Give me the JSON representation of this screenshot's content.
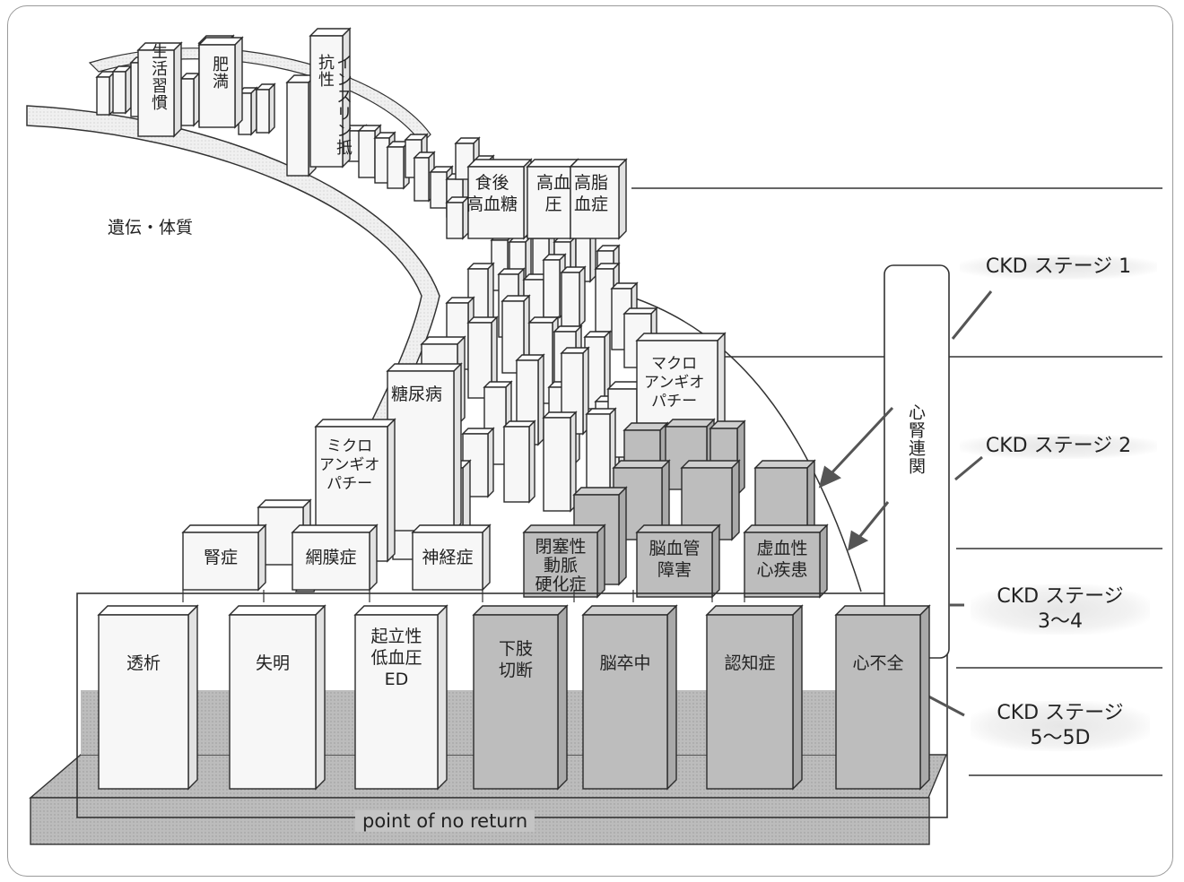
{
  "diagram": {
    "left_label": "遺伝・体質",
    "bottom_label": "point of no return",
    "top_dominoes": [
      {
        "id": "lifestyle",
        "label": "生活習慣"
      },
      {
        "id": "obesity",
        "label": "肥満"
      },
      {
        "id": "insulin",
        "label": "インスリン抵抗性"
      }
    ],
    "mid_dominoes": [
      {
        "id": "postprandial",
        "label": "食後\n高血糖"
      },
      {
        "id": "hypertension",
        "label": "高血\n圧"
      },
      {
        "id": "dyslipidemia",
        "label": "高脂\n血症"
      }
    ],
    "diabetes": "糖尿病",
    "micro": "ミクロ\nアンギオ\nパチー",
    "macro": "マクロ\nアンギオ\nパチー",
    "complications": [
      {
        "id": "nephropathy",
        "label": "腎症"
      },
      {
        "id": "retinopathy",
        "label": "網膜症"
      },
      {
        "id": "neuropathy",
        "label": "神経症"
      },
      {
        "id": "asd",
        "label": "閉塞性\n動脈\n硬化症"
      },
      {
        "id": "cvd",
        "label": "脳血管\n障害"
      },
      {
        "id": "ihd",
        "label": "虚血性\n心疾患"
      }
    ],
    "outcomes": [
      {
        "id": "dialysis",
        "label": "透析"
      },
      {
        "id": "blindness",
        "label": "失明"
      },
      {
        "id": "orthostatic",
        "label": "起立性\n低血圧\nED"
      },
      {
        "id": "amputation",
        "label": "下肢\n切断"
      },
      {
        "id": "stroke",
        "label": "脳卒中"
      },
      {
        "id": "dementia",
        "label": "認知症"
      },
      {
        "id": "heart_failure",
        "label": "心不全"
      }
    ],
    "cardiorenal": "心腎連関",
    "ckd_stages": [
      {
        "id": "stage1",
        "label": "CKD ステージ 1"
      },
      {
        "id": "stage2",
        "label": "CKD ステージ 2"
      },
      {
        "id": "stage34",
        "label": "CKD ステージ\n3〜4"
      },
      {
        "id": "stage55d",
        "label": "CKD ステージ\n5〜5D"
      }
    ],
    "colors": {
      "line": "#2b2b2b",
      "light_box": "#f7f7f7",
      "gray_box": "#bdbdbd",
      "platform": "#c4c4c4",
      "road": "#ededed"
    }
  }
}
